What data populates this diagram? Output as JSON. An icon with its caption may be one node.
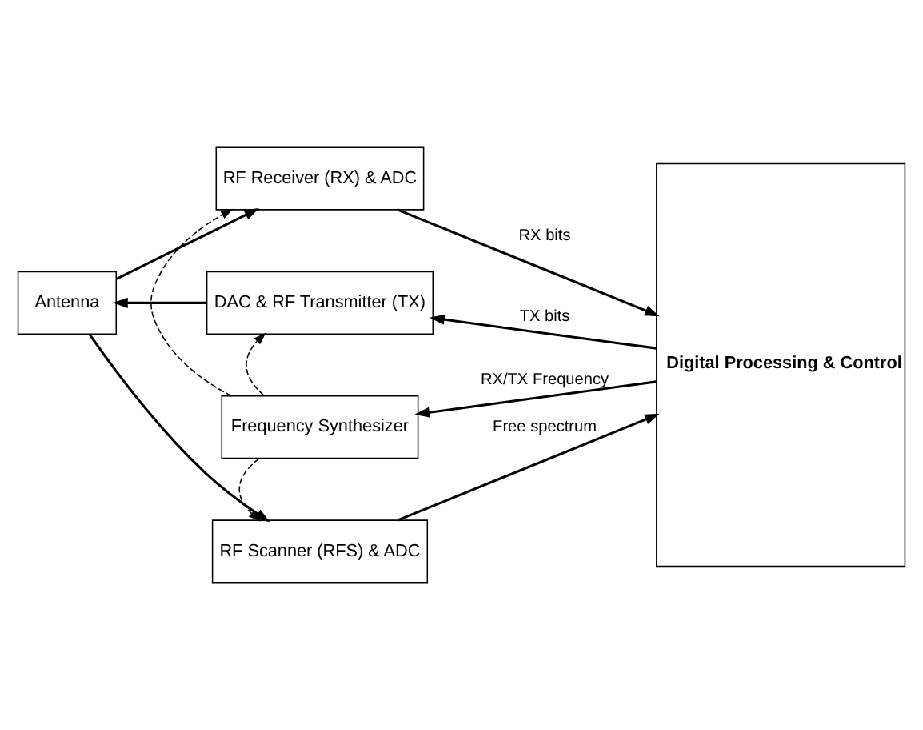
{
  "diagram": {
    "nodes": [
      {
        "text": [
          "Antenna"
        ]
      },
      {
        "text": [
          "RF Receiver (RX) & ADC"
        ]
      },
      {
        "text": [
          "DAC & RF Transmitter (TX)"
        ]
      },
      {
        "text": [
          "Frequency Synthesizer"
        ]
      },
      {
        "text": [
          "RF Scanner (RFS) & ADC"
        ]
      },
      {
        "text": [
          "Digital Processing & Control"
        ]
      }
    ],
    "edges": [
      {
        "from": 0,
        "to": 1,
        "arrow": "to"
      },
      {
        "from": 2,
        "to": 0,
        "arrow": "to"
      },
      {
        "from": 0,
        "to": 4,
        "arrow": "to"
      },
      {
        "from": 1,
        "to": 5,
        "arrow": "to",
        "label": "RX bits"
      },
      {
        "from": 5,
        "to": 2,
        "arrow": "to",
        "label": "TX bits"
      },
      {
        "from": 5,
        "to": 3,
        "arrow": "to",
        "label": "RX/TX Frequency"
      },
      {
        "from": 4,
        "to": 5,
        "arrow": "to",
        "label": "Free spectrum"
      },
      {
        "from": 3,
        "to": 1,
        "arrow": "to",
        "style": "dashed"
      },
      {
        "from": 3,
        "to": 2,
        "arrow": "to",
        "style": "dashed"
      },
      {
        "from": 3,
        "to": 4,
        "arrow": "to",
        "style": "dashed"
      }
    ]
  }
}
